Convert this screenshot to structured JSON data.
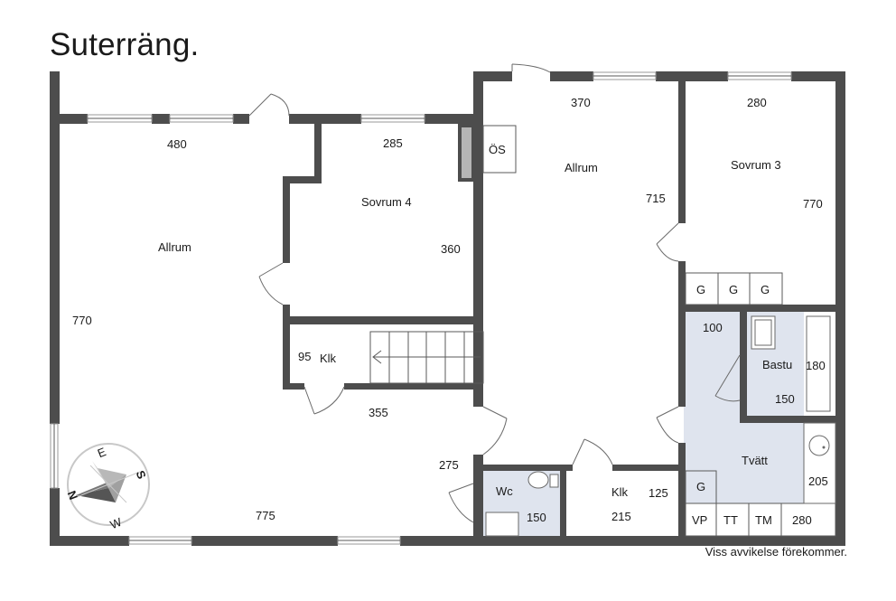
{
  "title": "Suterräng.",
  "disclaimer": "Viss avvikelse förekommer.",
  "rooms": {
    "allrum_left": {
      "name": "Allrum",
      "width": "480",
      "depth": "770",
      "bottom": "775"
    },
    "sovrum4": {
      "name": "Sovrum 4",
      "width": "285",
      "depth": "360"
    },
    "os": {
      "name": "ÖS"
    },
    "allrum_center": {
      "name": "Allrum",
      "width": "370",
      "depth": "715"
    },
    "sovrum3": {
      "name": "Sovrum 3",
      "width": "280",
      "depth": "770"
    },
    "klk_left": {
      "name": "Klk",
      "width": "95"
    },
    "hall": {
      "width": "355",
      "depth": "275"
    },
    "wc": {
      "name": "Wc",
      "size": "150"
    },
    "klk_right": {
      "name": "Klk",
      "width": "215",
      "depth": "125"
    },
    "bastu": {
      "name": "Bastu",
      "width": "150",
      "depth": "180",
      "entry": "100"
    },
    "tvatt": {
      "name": "Tvätt",
      "width": "280",
      "depth": "205"
    }
  },
  "wardrobes": [
    "G",
    "G",
    "G",
    "G"
  ],
  "laundry_units": [
    "VP",
    "TT",
    "TM"
  ],
  "compass": {
    "n": "N",
    "s": "S",
    "e": "E",
    "w": "W"
  }
}
